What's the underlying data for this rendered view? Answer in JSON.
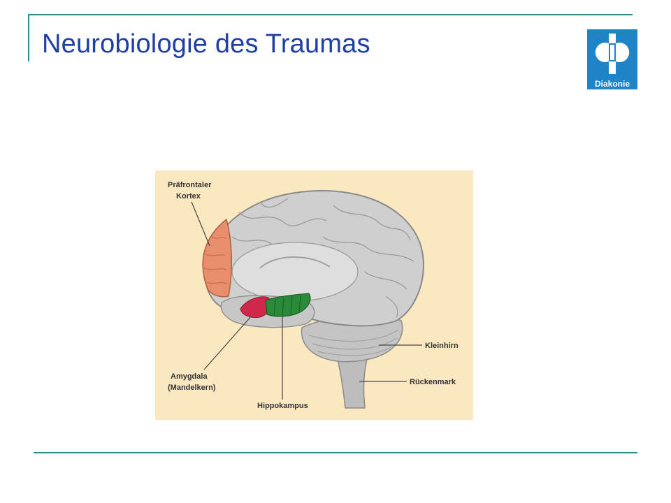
{
  "slide": {
    "title": "Neurobiologie des Traumas"
  },
  "logo": {
    "icon": "diakonie-cross-icon",
    "text": "Diakonie",
    "color": "#1e84c8"
  },
  "diagram": {
    "labels": {
      "prefrontal_line1": "Präfrontaler",
      "prefrontal_line2": "Kortex",
      "cerebellum": "Kleinhirn",
      "spinal_cord": "Rückenmark",
      "amygdala_line1": "Amygdala",
      "amygdala_line2": "(Mandelkern)",
      "hippocampus": "Hippokampus"
    },
    "colors": {
      "background": "#fbe8c1",
      "prefrontal": "#e88e6c",
      "amygdala": "#d0284a",
      "hippocampus": "#2a8a3a",
      "brain": "#c9c9c9"
    }
  }
}
